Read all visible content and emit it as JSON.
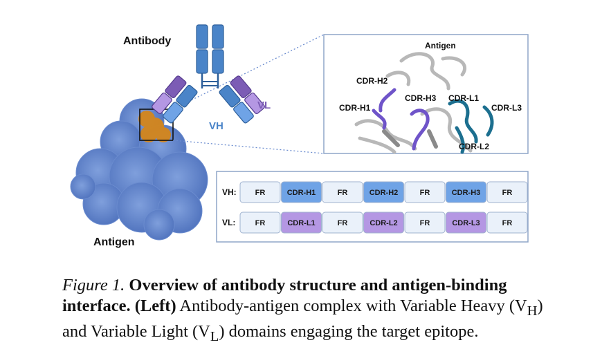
{
  "figure": {
    "antibody_label": "Antibody",
    "antigen_label": "Antigen",
    "vh_label": "VH",
    "vl_label": "VL",
    "inset": {
      "antigen_label": "Antigen",
      "cdr_labels": [
        "CDR-H2",
        "CDR-H1",
        "CDR-H3",
        "CDR-L1",
        "CDR-L3",
        "CDR-L2"
      ]
    },
    "table": {
      "vh_row_label": "VH:",
      "vl_row_label": "VL:",
      "vh_cells": [
        "FR",
        "CDR-H1",
        "FR",
        "CDR-H2",
        "FR",
        "CDR-H3",
        "FR"
      ],
      "vl_cells": [
        "FR",
        "CDR-L1",
        "FR",
        "CDR-L2",
        "FR",
        "CDR-L3",
        "FR"
      ]
    },
    "colors": {
      "heavy_chain": "#4a84c8",
      "light_chain": "#7c5cb5",
      "antigen": "#5b7fc6",
      "epitope": "#d4861c",
      "fr_cell": "#eaf1fa",
      "cdr_h_cell": "#6fa3e6",
      "cdr_l_cell": "#b497e3"
    }
  },
  "caption": {
    "figure_number": "Figure 1.",
    "title": "Overview of antibody structure and antigen-binding interface.",
    "panel": "(Left)",
    "text": "Antibody-antigen complex with Variable Heavy (V",
    "sub_h": "H",
    "text2": ") and Variable Light (V",
    "sub_l": "L",
    "text3": ") domains engaging the target epitope."
  }
}
